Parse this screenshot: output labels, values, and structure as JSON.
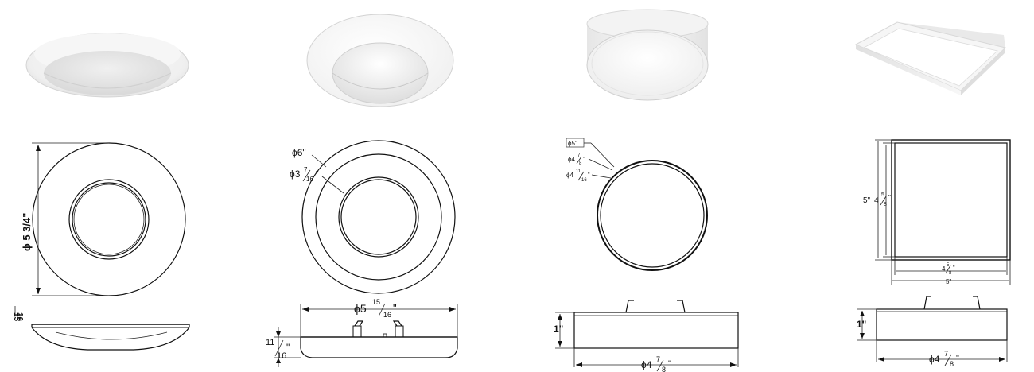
{
  "products": [
    {
      "id": "disc-6in",
      "top_view": {
        "dimension": "ϕ 5 3/4\""
      },
      "side_view": {
        "height_num": "15",
        "height_den": "16"
      }
    },
    {
      "id": "dome-6in",
      "top_view": {
        "outer": "ϕ6\"",
        "inner_whole": "ϕ3",
        "inner_num": "7",
        "inner_den": "16",
        "inner_unit": "\""
      },
      "side_view": {
        "width_whole": "ϕ5",
        "width_num": "15",
        "width_den": "16",
        "width_unit": "\"",
        "height_num": "11",
        "height_den": "16",
        "height_unit": "\""
      }
    },
    {
      "id": "round-5in",
      "top_view": {
        "outer": "ϕ5\"",
        "mid_whole": "ϕ4",
        "mid_num": "7",
        "mid_den": "8",
        "mid_unit": "\"",
        "inner_whole": "ϕ4",
        "inner_num": "11",
        "inner_den": "16",
        "inner_unit": "\""
      },
      "side_view": {
        "height": "1\"",
        "width_whole": "ϕ4",
        "width_num": "7",
        "width_den": "8",
        "width_unit": "\""
      }
    },
    {
      "id": "square-5in",
      "top_view": {
        "outer": "5\"",
        "inner_whole": "4",
        "inner_num": "5",
        "inner_den": "8",
        "inner_unit": "\"",
        "bottom_inner_whole": "4",
        "bottom_inner_num": "5",
        "bottom_inner_den": "8",
        "bottom_inner_unit": "\"",
        "bottom_outer": "5\""
      },
      "side_view": {
        "height": "1\"",
        "width_whole": "ϕ4",
        "width_num": "7",
        "width_den": "8",
        "width_unit": "\""
      }
    }
  ]
}
